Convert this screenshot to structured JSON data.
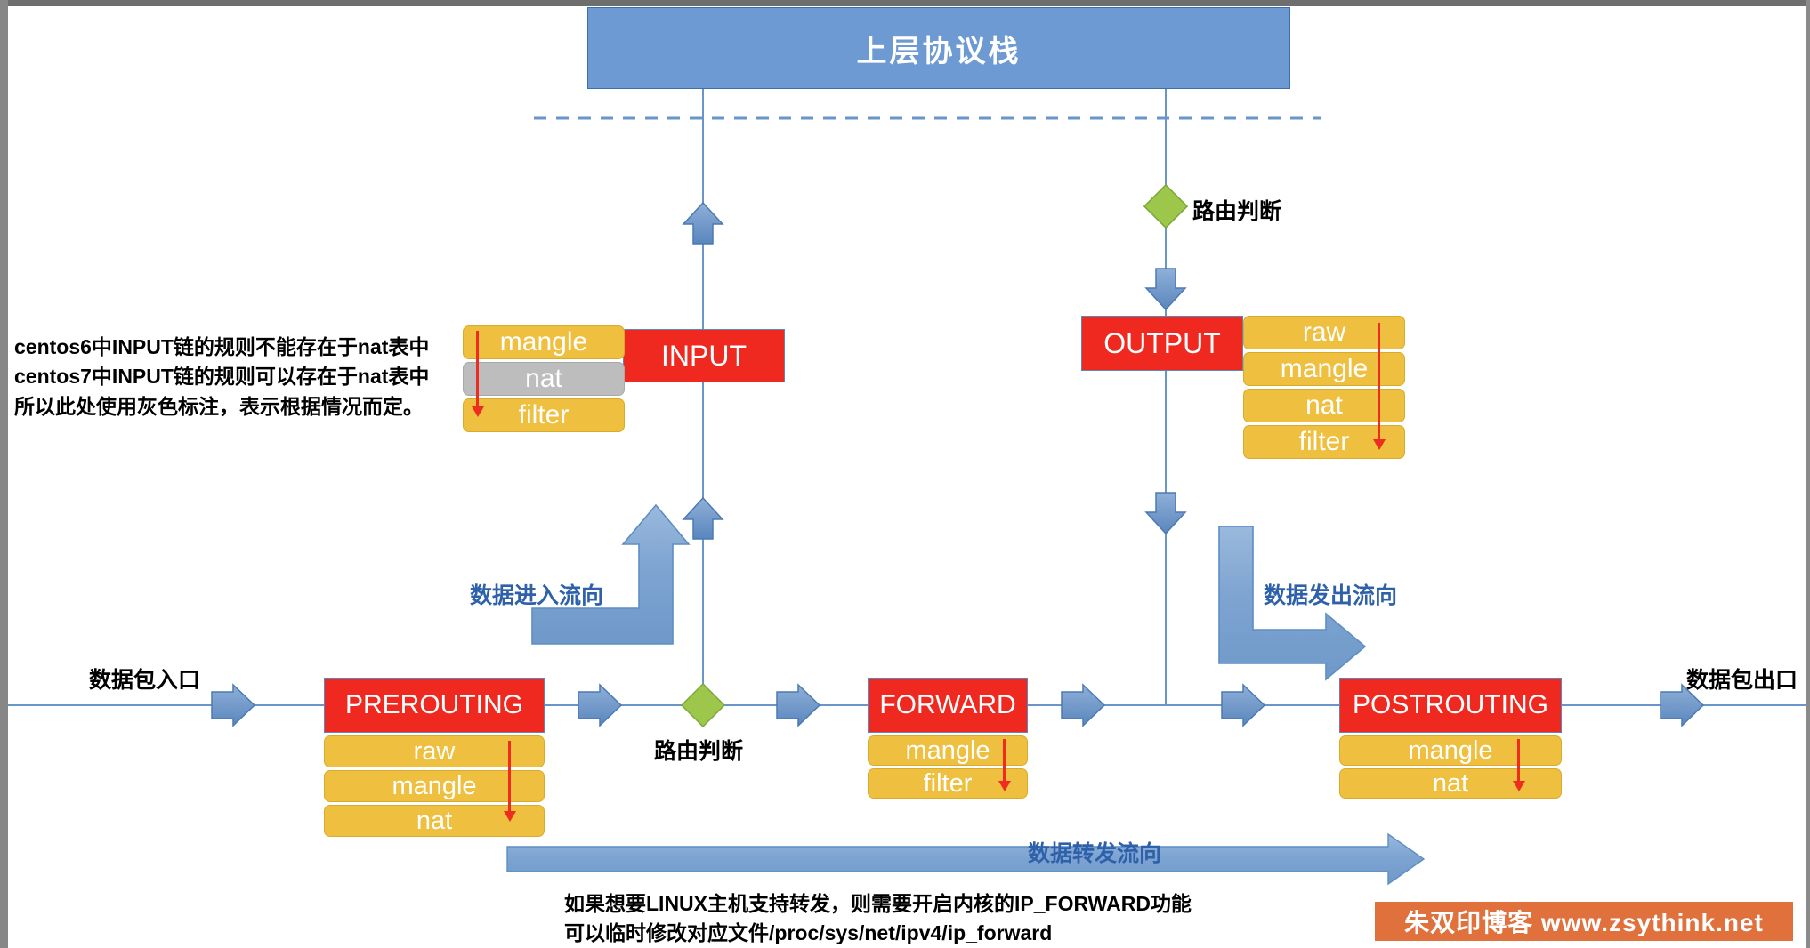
{
  "title_box": {
    "label": "上层协议栈"
  },
  "endpoints": {
    "ingress_label": "数据包入口",
    "egress_label": "数据包出口"
  },
  "routing_decisions": [
    {
      "id": "route-top",
      "label": "路由判断"
    },
    {
      "id": "route-bottom",
      "label": "路由判断"
    }
  ],
  "flow_labels": {
    "incoming": "数据进入流向",
    "outgoing": "数据发出流向",
    "forwarding": "数据转发流向"
  },
  "chains": [
    {
      "id": "input",
      "name": "INPUT",
      "tables": [
        {
          "name": "mangle",
          "style": "yellow"
        },
        {
          "name": "nat",
          "style": "grey"
        },
        {
          "name": "filter",
          "style": "yellow"
        }
      ]
    },
    {
      "id": "output",
      "name": "OUTPUT",
      "tables": [
        {
          "name": "raw",
          "style": "yellow"
        },
        {
          "name": "mangle",
          "style": "yellow"
        },
        {
          "name": "nat",
          "style": "yellow"
        },
        {
          "name": "filter",
          "style": "yellow"
        }
      ]
    },
    {
      "id": "prerouting",
      "name": "PREROUTING",
      "tables": [
        {
          "name": "raw",
          "style": "yellow"
        },
        {
          "name": "mangle",
          "style": "yellow"
        },
        {
          "name": "nat",
          "style": "yellow"
        }
      ]
    },
    {
      "id": "forward",
      "name": "FORWARD",
      "tables": [
        {
          "name": "mangle",
          "style": "yellow"
        },
        {
          "name": "filter",
          "style": "yellow"
        }
      ]
    },
    {
      "id": "postrouting",
      "name": "POSTROUTING",
      "tables": [
        {
          "name": "mangle",
          "style": "yellow"
        },
        {
          "name": "nat",
          "style": "yellow"
        }
      ]
    }
  ],
  "notes": {
    "input_nat_note": "centos6中INPUT链的规则不能存在于nat表中\ncentos7中INPUT链的规则可以存在于nat表中\n所以此处使用灰色标注，表示根据情况而定。",
    "ip_forward_note": "如果想要LINUX主机支持转发，则需要开启内核的IP_FORWARD功能\n可以临时修改对应文件/proc/sys/net/ipv4/ip_forward"
  },
  "watermark": {
    "text": "朱双印博客 www.zsythink.net"
  },
  "colors": {
    "chain_red": "#ef2920",
    "table_yellow": "#efbf3f",
    "table_grey": "#bdbdbd",
    "line_blue": "#6a95c8",
    "header_blue": "#6d9ad2",
    "diamond_green": "#9ac martial",
    "label_blue": "#2f61ab",
    "red_arrow": "#ee2d20",
    "watermark_orange": "#e0703c"
  }
}
